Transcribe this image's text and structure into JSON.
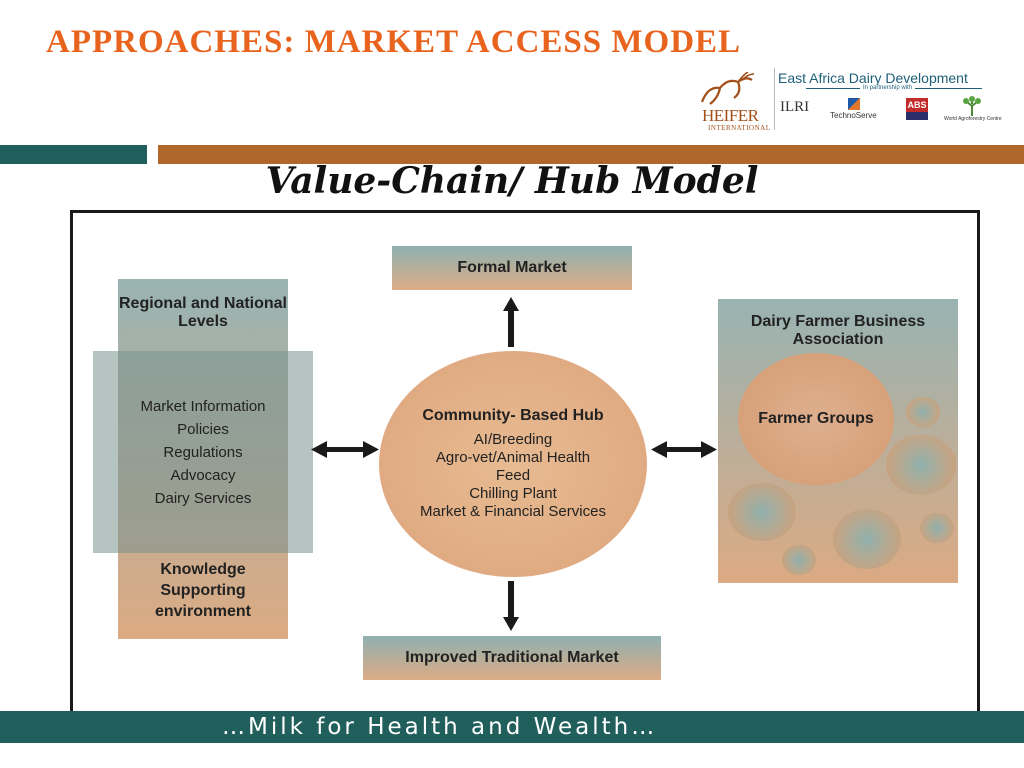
{
  "slide": {
    "title": "Approaches: Market access model",
    "subtitle": "Value-Chain/ Hub Model",
    "footer": "…Milk for Health and Wealth…"
  },
  "logos": {
    "heifer_name": "HEIFER",
    "heifer_sub": "INTERNATIONAL",
    "eadd_name": "East Africa Dairy Development",
    "partnership": "In partnership with",
    "ilri": "ILRI",
    "technoserve": "TechnoServe",
    "abs": "ABS",
    "icraf": "World Agroforestry Centre"
  },
  "diagram": {
    "left_box": {
      "heading": "Regional and National Levels",
      "items": [
        "Market Information",
        "Policies",
        "Regulations",
        "Advocacy",
        "Dairy Services"
      ],
      "footer": "Knowledge Supporting environment"
    },
    "hub": {
      "title": "Community- Based Hub",
      "services": [
        "AI/Breeding",
        "Agro-vet/Animal Health",
        "Feed",
        "Chilling Plant",
        "Market & Financial Services"
      ]
    },
    "top_box": "Formal Market",
    "bottom_box": "Improved Traditional Market",
    "right_box": {
      "heading": "Dairy Farmer Business Association",
      "inner": "Farmer Groups"
    }
  },
  "colors": {
    "title_orange": "#e8641e",
    "teal_band": "#215f5c",
    "brown_band": "#b0672c"
  }
}
